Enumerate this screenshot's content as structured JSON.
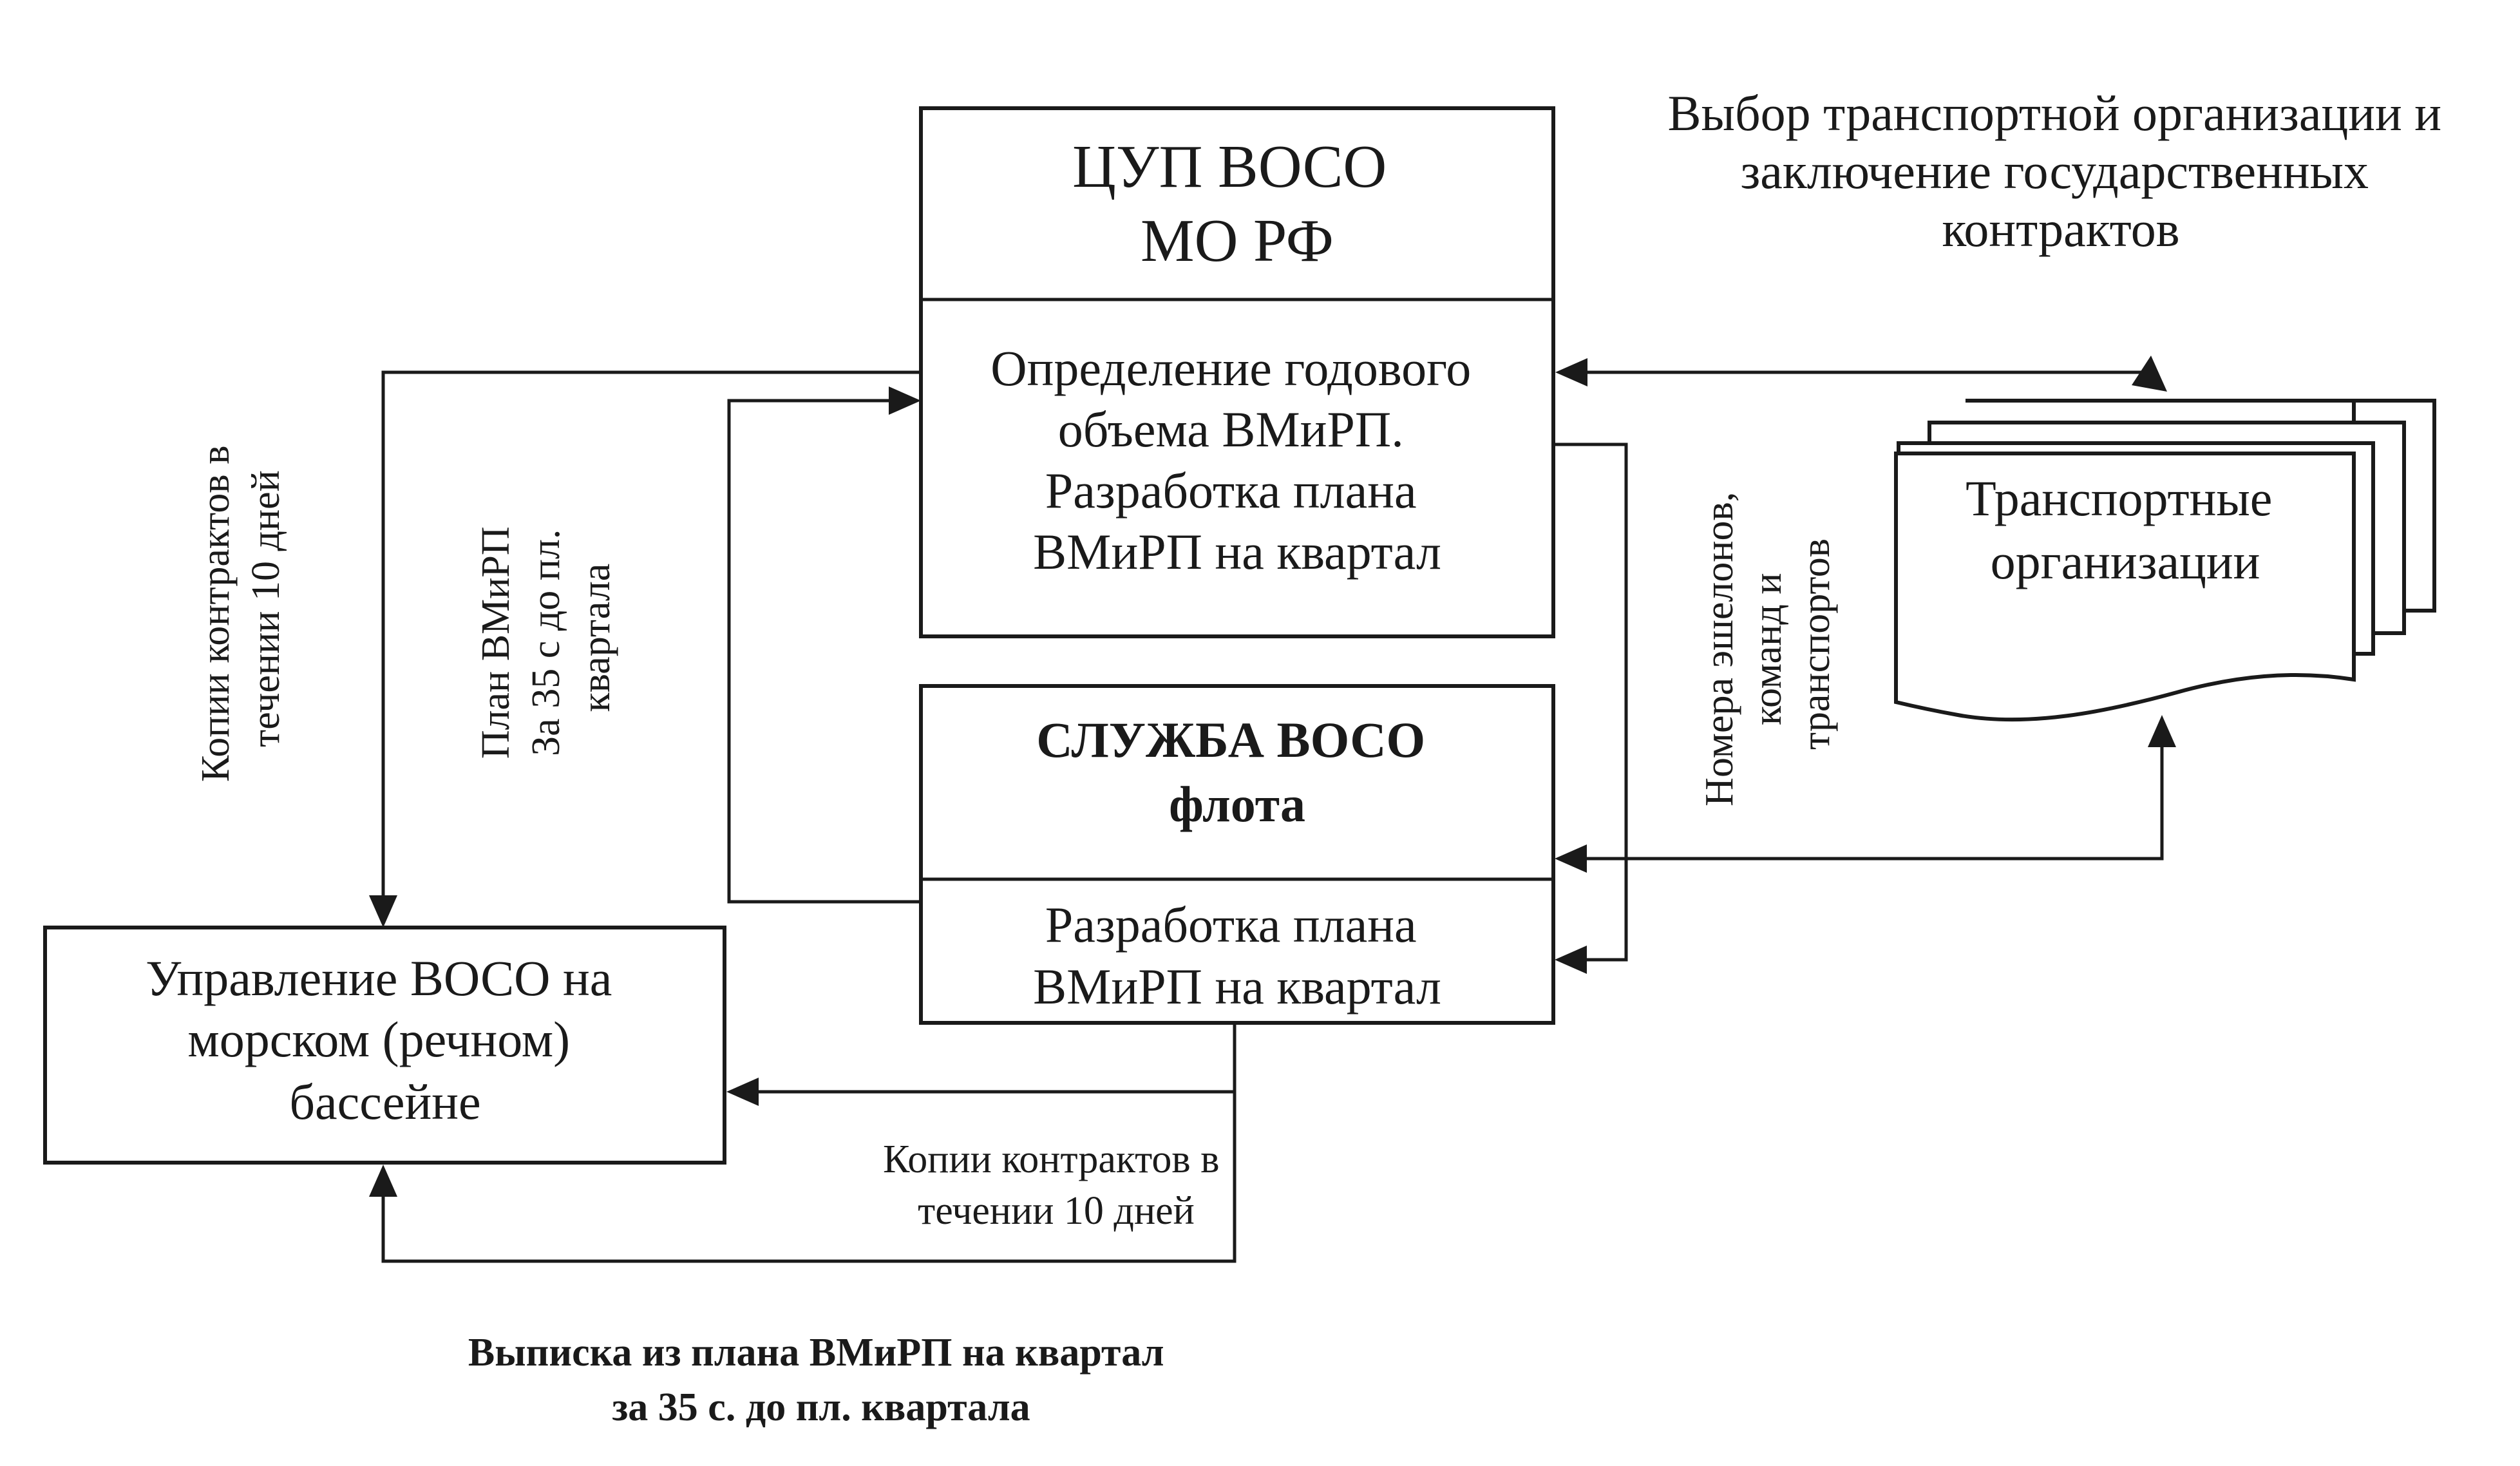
{
  "boxes": {
    "tsup_title": [
      "ЦУП ВОСО",
      "МО РФ"
    ],
    "tsup_body": [
      "Определение годового",
      "объема ВМиРП.",
      "Разработка плана",
      "ВМиРП на квартал"
    ],
    "sluzhba_title": [
      "СЛУЖБА ВОСО",
      "флота"
    ],
    "sluzhba_body": [
      "Разработка плана",
      "ВМиРП на квартал"
    ],
    "upravlenie": [
      "Управление ВОСО на",
      "морском (речном)",
      "бассейне"
    ],
    "transport_orgs": [
      "Транспортные",
      "организации"
    ]
  },
  "labels": {
    "vybor": [
      "Выбор транспортной организации и",
      "заключение государственных",
      "контрактов"
    ],
    "kopii_left": [
      "Копии контрактов в",
      "течении 10 дней"
    ],
    "plan_vmirp": [
      "План ВМиРП",
      "За 35 с до пл.",
      "квартала"
    ],
    "nomera": [
      "Номера эшелонов,",
      "команд и",
      "транспортов"
    ],
    "kopii_bottom": [
      "Копии контрактов в",
      "течении 10 дней"
    ],
    "vypiska": [
      "Выписка из плана ВМиРП на квартал",
      "за 35 с. до пл. квартала"
    ]
  }
}
